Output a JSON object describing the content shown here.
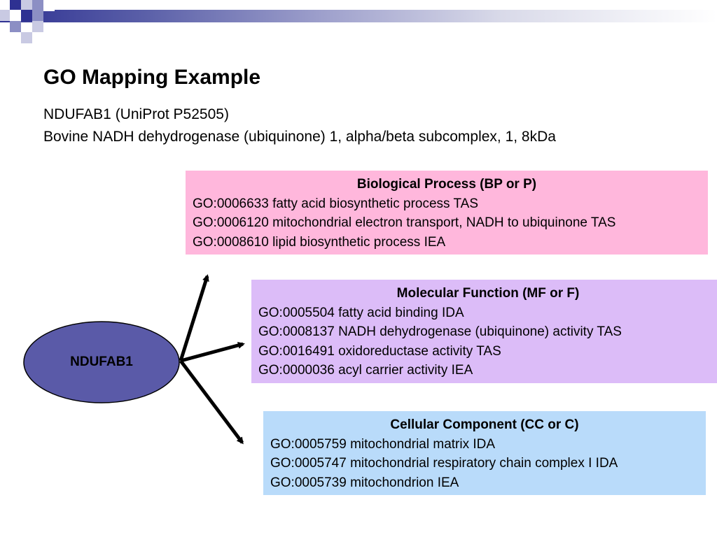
{
  "slide": {
    "title": "GO Mapping Example",
    "subtitle_line1": "NDUFAB1 (UniProt P52505)",
    "subtitle_line2": "Bovine NADH dehydrogenase (ubiquinone) 1, alpha/beta subcomplex, 1, 8kDa"
  },
  "node": {
    "label": "NDUFAB1"
  },
  "biological_process": {
    "title": "Biological Process (BP or P)",
    "terms": [
      "GO:0006633 fatty acid biosynthetic process TAS",
      "GO:0006120 mitochondrial electron transport, NADH to ubiquinone TAS",
      "GO:0008610 lipid biosynthetic process IEA"
    ]
  },
  "molecular_function": {
    "title": "Molecular Function (MF or F)",
    "terms": [
      "GO:0005504 fatty acid binding IDA",
      "GO:0008137 NADH dehydrogenase (ubiquinone) activity TAS",
      "GO:0016491 oxidoreductase activity TAS",
      "GO:0000036 acyl carrier activity IEA"
    ]
  },
  "cellular_component": {
    "title": "Cellular Component (CC or C)",
    "terms": [
      "GO:0005759 mitochondrial matrix IDA",
      "GO:0005747 mitochondrial respiratory chain complex I IDA",
      "GO:0005739 mitochondrion IEA"
    ]
  },
  "colors": {
    "bp_box": "#ffb7dc",
    "mf_box": "#dcbcf8",
    "cc_box": "#b9dbfa",
    "node_fill": "#5a5aa8",
    "header_accent": "#2e3192"
  }
}
